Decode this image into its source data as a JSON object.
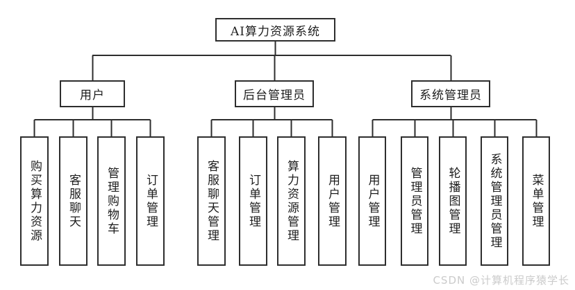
{
  "diagram": {
    "root": {
      "label": "AI算力资源系统"
    },
    "branches": [
      {
        "label": "用户",
        "children": [
          "购买算力资源",
          "客服聊天",
          "管理购物车",
          "订单管理"
        ]
      },
      {
        "label": "后台管理员",
        "children": [
          "客服聊天管理",
          "订单管理",
          "算力资源管理",
          "用户管理"
        ]
      },
      {
        "label": "系统管理员",
        "children": [
          "用户管理",
          "管理员管理",
          "轮播图管理",
          "系统管理员管理",
          "菜单管理"
        ]
      }
    ]
  },
  "colors": {
    "line": "#2d2d2d",
    "background": "#ffffff",
    "watermark_text": "#cbcbcb"
  },
  "watermark": {
    "text": "CSDN @计算机程序猿学长"
  }
}
